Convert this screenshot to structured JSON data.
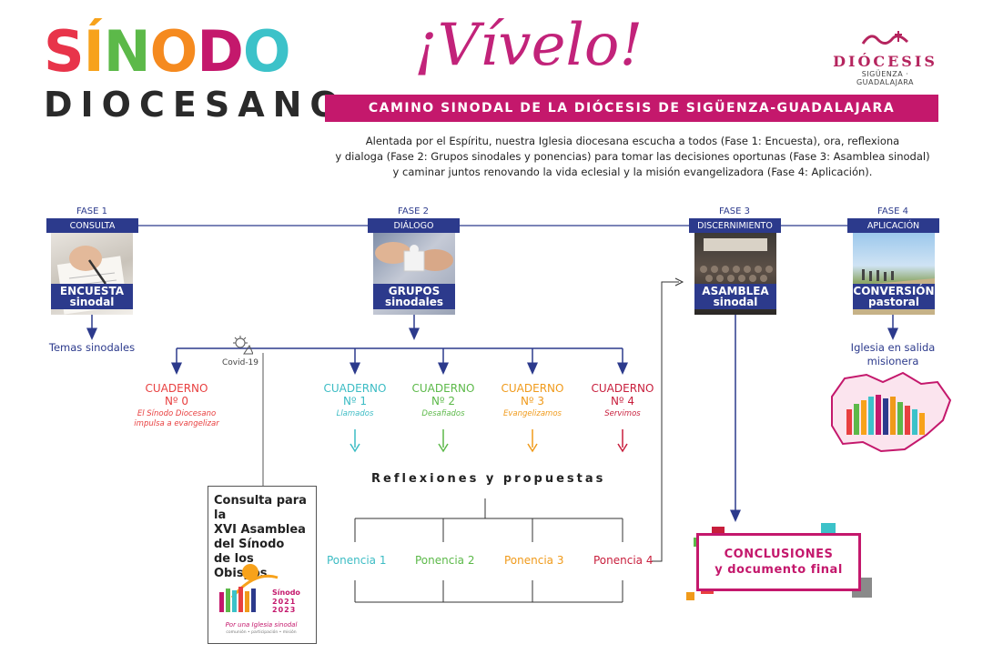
{
  "logo": {
    "letters": [
      {
        "ch": "S",
        "color": "#e8344a"
      },
      {
        "ch": "Í",
        "color": "#f7a21b"
      },
      {
        "ch": "N",
        "color": "#5cb949"
      },
      {
        "ch": "O",
        "color": "#f58a1f"
      },
      {
        "ch": "D",
        "color": "#c4186c"
      },
      {
        "ch": "O",
        "color": "#3cc2c9"
      }
    ],
    "sub": "DIOCESANO"
  },
  "vivelo": "¡Vívelo!",
  "diocesis": {
    "name": "DIÓCESIS",
    "place": "SIGÜENZA · GUADALAJARA"
  },
  "banner": "CAMINO SINODAL DE LA DIÓCESIS DE SIGÜENZA-GUADALAJARA",
  "intro": [
    "Alentada por el Espíritu, nuestra Iglesia diocesana escucha a todos (Fase 1: Encuesta), ora, reflexiona",
    "y dialoga (Fase 2: Grupos sinodales y ponencias) para tomar las decisiones oportunas (Fase 3: Asamblea sinodal)",
    "y caminar juntos renovando la vida eclesial y la misión evangelizadora (Fase 4: Aplicación)."
  ],
  "phases": [
    {
      "num": "FASE 1",
      "tab": "CONSULTA",
      "cap1": "ENCUESTA",
      "cap2": "sinodal"
    },
    {
      "num": "FASE 2",
      "tab": "DIÁLOGO",
      "cap1": "GRUPOS",
      "cap2": "sinodales"
    },
    {
      "num": "FASE 3",
      "tab": "DISCERNIMIENTO",
      "cap1": "ASAMBLEA",
      "cap2": "sinodal"
    },
    {
      "num": "FASE 4",
      "tab": "APLICACIÓN",
      "cap1": "CONVERSIÓN",
      "cap2": "pastoral"
    }
  ],
  "temas": "Temas sinodales",
  "covid": "Covid-19",
  "cuadernos": [
    {
      "title": "CUADERNO",
      "num": "Nº 0",
      "sub1": "El Sínodo Diocesano",
      "sub2": "impulsa a evangelizar",
      "color": "#e84040"
    },
    {
      "title": "CUADERNO",
      "num": "Nº 1",
      "sub1": "Llamados",
      "sub2": "",
      "color": "#3cbcc4"
    },
    {
      "title": "CUADERNO",
      "num": "Nº 2",
      "sub1": "Desafiados",
      "sub2": "",
      "color": "#5cb949"
    },
    {
      "title": "CUADERNO",
      "num": "Nº 3",
      "sub1": "Evangelizamos",
      "sub2": "",
      "color": "#f09a1a"
    },
    {
      "title": "CUADERNO",
      "num": "Nº 4",
      "sub1": "Servimos",
      "sub2": "",
      "color": "#c81e3c"
    }
  ],
  "reflexiones": "Reflexiones y propuestas",
  "ponencias": [
    {
      "label": "Ponencia 1",
      "color": "#3cbcc4"
    },
    {
      "label": "Ponencia 2",
      "color": "#5cb949"
    },
    {
      "label": "Ponencia 3",
      "color": "#f09a1a"
    },
    {
      "label": "Ponencia 4",
      "color": "#c81e3c"
    }
  ],
  "consulta": {
    "lines": [
      "Consulta para la",
      "XVI Asamblea",
      "del Sínodo",
      "de los Obispos"
    ],
    "poster_title": "Sínodo",
    "poster_years_1": "2021",
    "poster_years_2": "2023",
    "poster_motto": "Por una Iglesia sinodal",
    "poster_motto2": "comunión • participación • misión"
  },
  "salida": [
    "Iglesia en salida",
    "misionera"
  ],
  "conclusiones": [
    "CONCLUSIONES",
    "y documento final"
  ],
  "colors": {
    "navy": "#2c3a8c",
    "magenta": "#c4186c"
  }
}
